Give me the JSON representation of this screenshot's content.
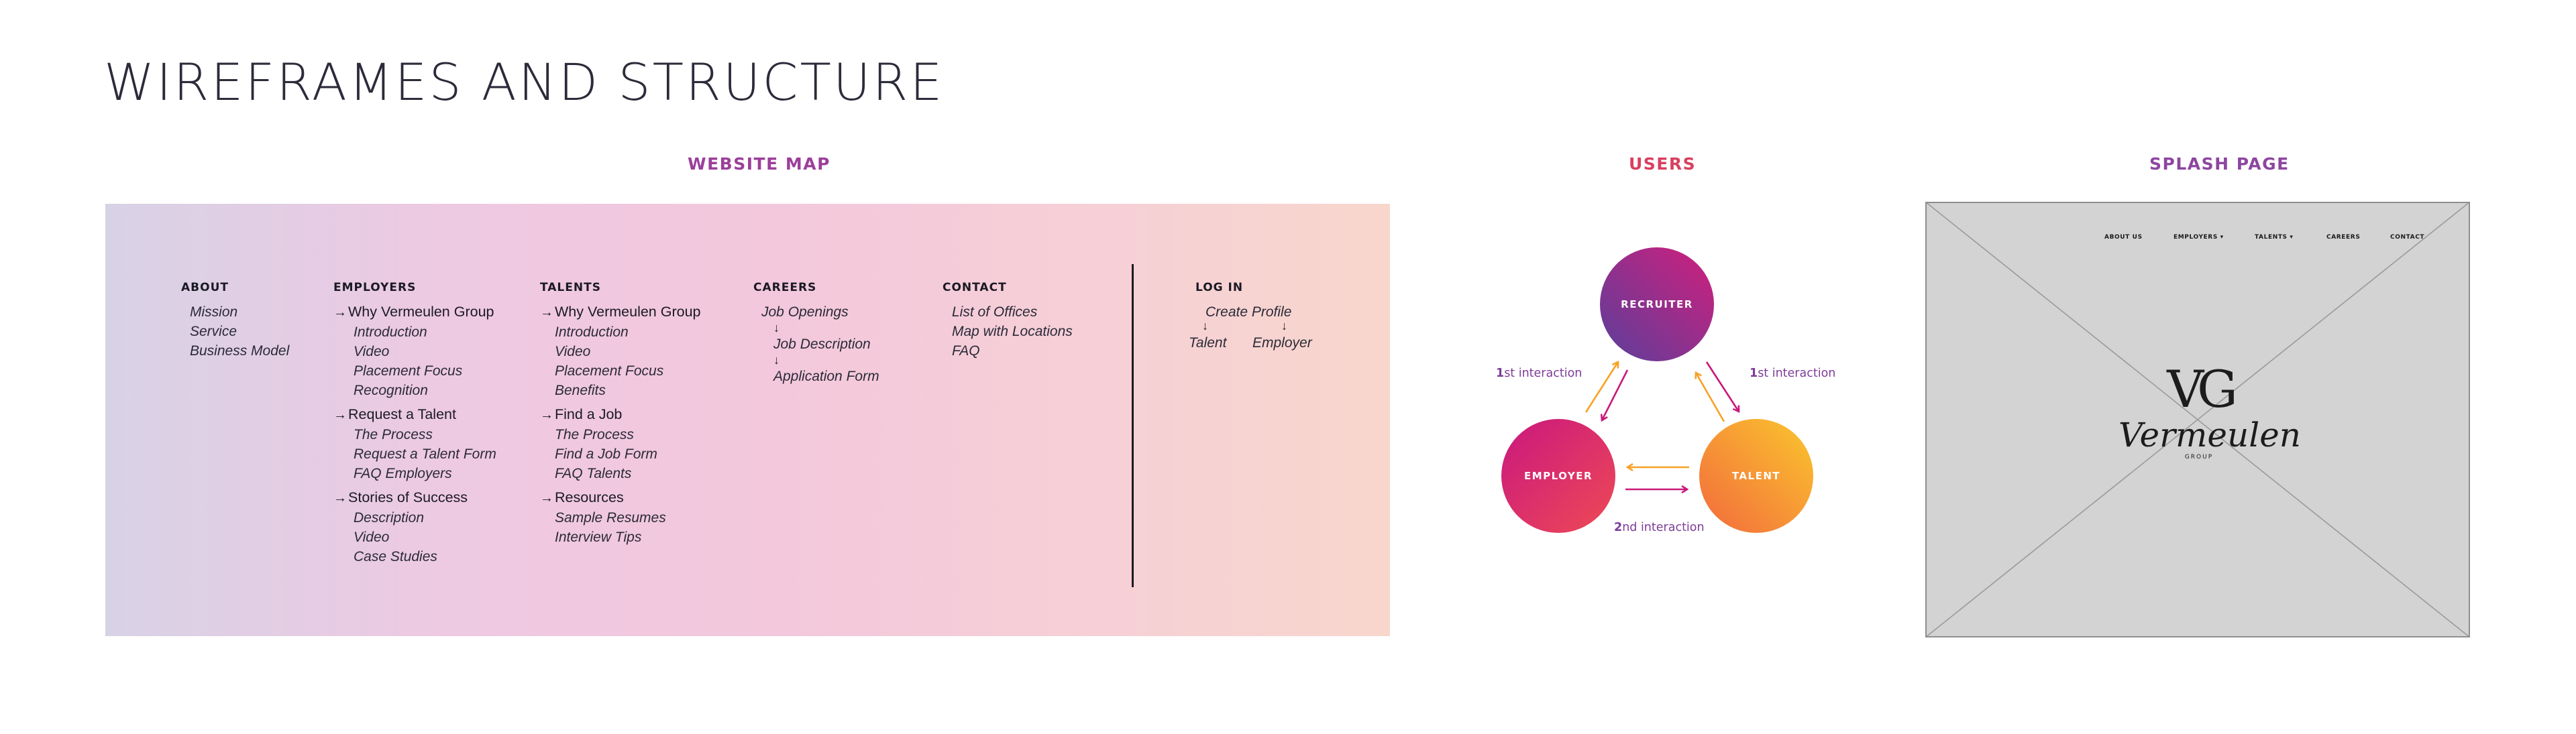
{
  "page": {
    "title": "WIREFRAMES AND STRUCTURE"
  },
  "sections": {
    "website_map": "WEBSITE MAP",
    "users": "USERS",
    "splash_page": "SPLASH PAGE"
  },
  "site_map": {
    "about": {
      "heading": "ABOUT",
      "items": [
        "Mission",
        "Service",
        "Business Model"
      ]
    },
    "employers": {
      "heading": "EMPLOYERS",
      "groups": [
        {
          "title": "Why Vermeulen Group",
          "items": [
            "Introduction",
            "Video",
            "Placement Focus",
            "Recognition"
          ]
        },
        {
          "title": "Request a Talent",
          "items": [
            "The Process",
            "Request a Talent Form",
            "FAQ Employers"
          ]
        },
        {
          "title": "Stories of Success",
          "items": [
            "Description",
            "Video",
            "Case Studies"
          ]
        }
      ]
    },
    "talents": {
      "heading": "TALENTS",
      "groups": [
        {
          "title": "Why Vermeulen Group",
          "items": [
            "Introduction",
            "Video",
            "Placement Focus",
            "Benefits"
          ]
        },
        {
          "title": "Find a Job",
          "items": [
            "The Process",
            "Find a Job Form",
            "FAQ Talents"
          ]
        },
        {
          "title": "Resources",
          "items": [
            "Sample Resumes",
            "Interview Tips"
          ]
        }
      ]
    },
    "careers": {
      "heading": "CAREERS",
      "items": [
        "Job Openings",
        "Job Description",
        "Application Form"
      ]
    },
    "contact": {
      "heading": "CONTACT",
      "items": [
        "List of Offices",
        "Map with Locations",
        "FAQ"
      ]
    },
    "login": {
      "heading": "LOG IN",
      "create": "Create Profile",
      "talent": "Talent",
      "employer": "Employer"
    }
  },
  "users_diagram": {
    "nodes": {
      "recruiter": "RECRUITER",
      "employer": "EMPLOYER",
      "talent": "TALENT"
    },
    "interactions": {
      "left_num": "1",
      "left_text": "st interaction",
      "right_num": "1",
      "right_text": "st interaction",
      "bottom_num": "2",
      "bottom_text": "nd interaction"
    },
    "colors": {
      "purple": "#7d3c98",
      "magenta": "#c8197a",
      "orange": "#f7a226",
      "pink": "#e53b5a"
    }
  },
  "splash": {
    "nav": [
      "ABOUT US",
      "EMPLOYERS ▾",
      "TALENTS ▾",
      "CAREERS",
      "CONTACT"
    ],
    "logo_monogram": "VG",
    "logo_name": "Vermeulen",
    "logo_sub": "GROUP"
  }
}
